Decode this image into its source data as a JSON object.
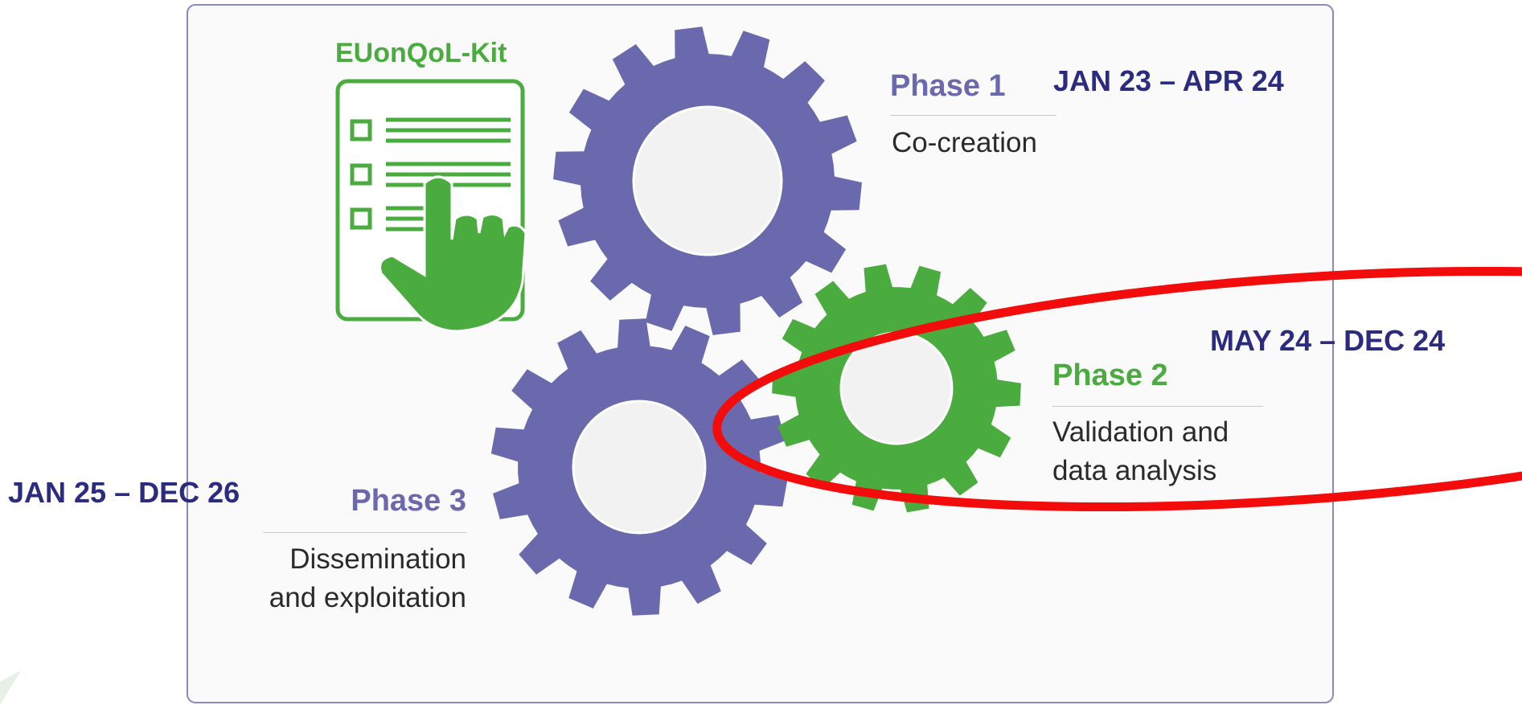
{
  "colors": {
    "purple": "#6b69ad",
    "green": "#4aab3f",
    "red_highlight": "#f20c0c",
    "date_navy": "#2b2b80",
    "panel_bg": "#fafafa",
    "panel_border": "#8a88c4"
  },
  "icons": {
    "kit": "checklist-hand-icon",
    "gear_phase1": "gear-icon",
    "gear_phase2": "gear-icon",
    "gear_phase3": "gear-icon"
  },
  "brand": {
    "name": "EUonQoL-Kit"
  },
  "phases": [
    {
      "id": 1,
      "title": "Phase 1",
      "desc_lines": [
        "Co-creation"
      ],
      "dates": "JAN 23 – APR 24",
      "color": "#6b69ad"
    },
    {
      "id": 2,
      "title": "Phase 2",
      "desc_lines": [
        "Validation and",
        "data analysis"
      ],
      "dates": "MAY 24 – DEC 24",
      "color": "#4aab3f",
      "highlighted": true
    },
    {
      "id": 3,
      "title": "Phase 3",
      "desc_lines": [
        "Dissemination",
        "and exploitation"
      ],
      "dates": "JAN 25 – DEC 26",
      "color": "#6b69ad"
    }
  ]
}
